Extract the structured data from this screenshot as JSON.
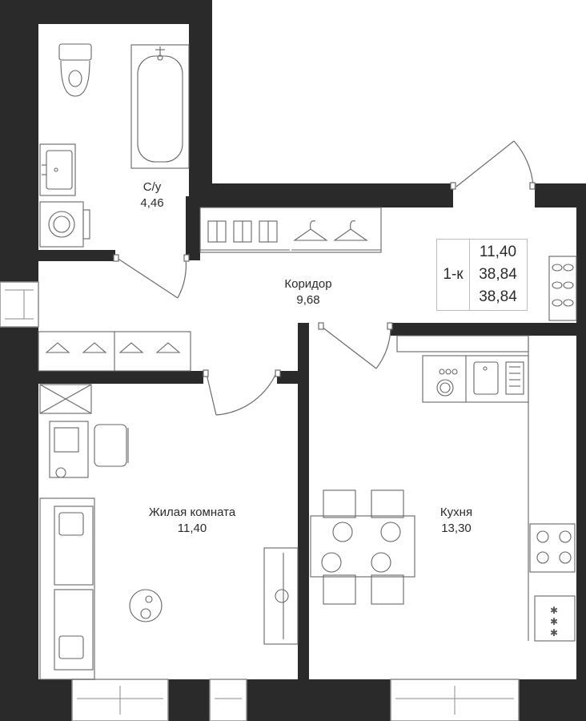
{
  "rooms": {
    "bathroom": {
      "name": "С/у",
      "area": "4,46"
    },
    "corridor": {
      "name": "Коридор",
      "area": "9,68"
    },
    "living": {
      "name": "Жилая комната",
      "area": "11,40"
    },
    "kitchen": {
      "name": "Кухня",
      "area": "13,30"
    }
  },
  "summary": {
    "type": "1-к",
    "living_area": "11,40",
    "total_area": "38,84",
    "total_area_2": "38,84"
  },
  "colors": {
    "wall": "#2a2a2a",
    "line": "#8a8a8a",
    "fixture": "#555555"
  }
}
